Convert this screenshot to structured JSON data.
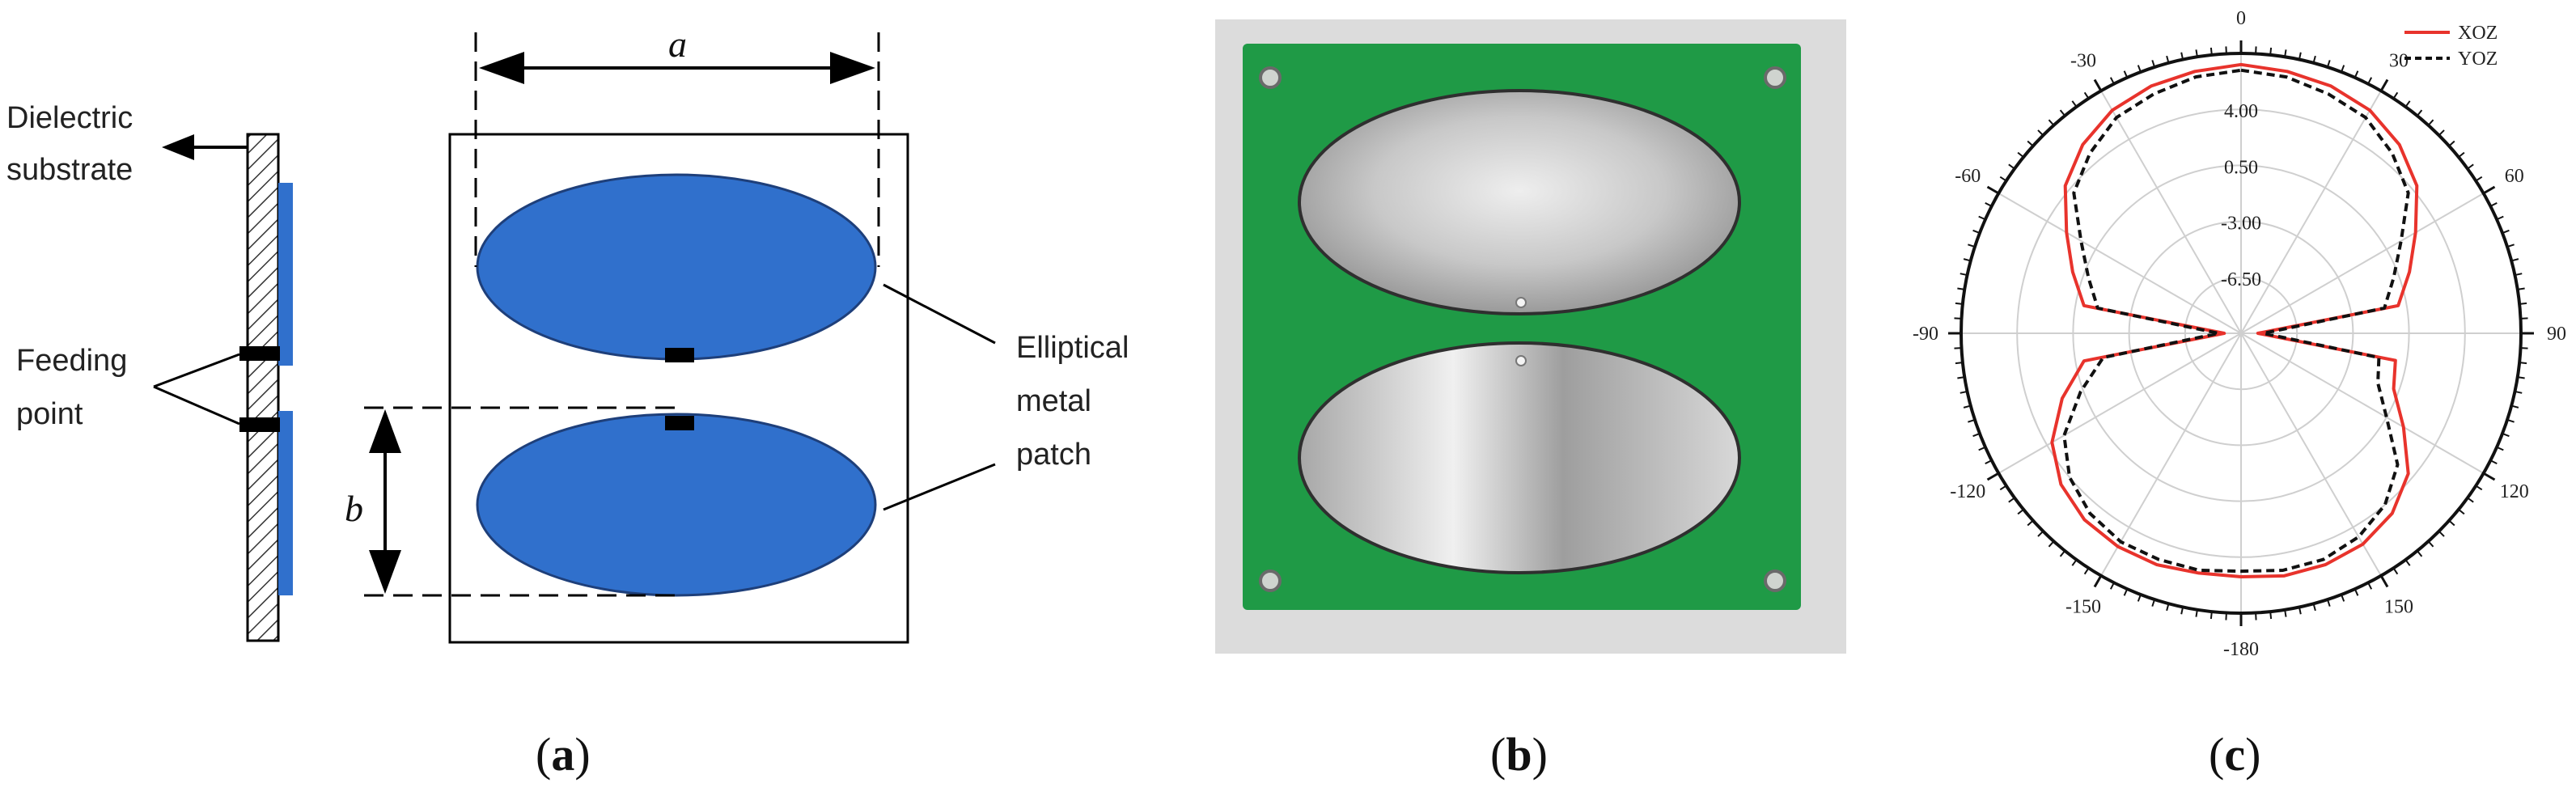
{
  "panel_a": {
    "dim_a": "a",
    "dim_b": "b",
    "label_substrate_1": "Dielectric",
    "label_substrate_2": "substrate",
    "label_feed_1": "Feeding",
    "label_feed_2": "point",
    "label_patch_1": "Elliptical",
    "label_patch_2": "metal",
    "label_patch_3": "patch",
    "patch_color": "#3070cc"
  },
  "panel_b": {
    "board_color": "#1f9a46",
    "background_color": "#dcdcdc"
  },
  "captions": {
    "a_open": "(",
    "a_letter": "a",
    "a_close": ")",
    "b_open": "(",
    "b_letter": "b",
    "b_close": ")",
    "c_open": "(",
    "c_letter": "c",
    "c_close": ")"
  },
  "chart_data": {
    "type": "polar",
    "angle_ticks": [
      "0",
      "30",
      "60",
      "90",
      "120",
      "150",
      "-180",
      "-150",
      "-120",
      "-90",
      "-60",
      "-30"
    ],
    "radial_ticks": [
      "4.00",
      "0.50",
      "-3.00",
      "-6.50"
    ],
    "series": [
      {
        "name": "XOZ",
        "color": "#e8332c",
        "dash": "solid",
        "theta": [
          0,
          10,
          20,
          30,
          40,
          50,
          60,
          70,
          80,
          90,
          100,
          110,
          120,
          130,
          140,
          150,
          160,
          170,
          180,
          190,
          200,
          210,
          220,
          230,
          240,
          250,
          260,
          270,
          280,
          290,
          300,
          310,
          320,
          330,
          340,
          350,
          360
        ],
        "r_fraction": [
          0.96,
          0.95,
          0.94,
          0.92,
          0.88,
          0.82,
          0.72,
          0.64,
          0.57,
          0.06,
          0.56,
          0.58,
          0.67,
          0.78,
          0.84,
          0.87,
          0.88,
          0.88,
          0.87,
          0.87,
          0.88,
          0.88,
          0.87,
          0.84,
          0.78,
          0.68,
          0.57,
          0.06,
          0.57,
          0.64,
          0.72,
          0.82,
          0.88,
          0.92,
          0.94,
          0.95,
          0.96
        ]
      },
      {
        "name": "YOZ",
        "color": "#111111",
        "dash": "dashed",
        "theta": [
          0,
          10,
          20,
          30,
          40,
          50,
          60,
          70,
          80,
          90,
          100,
          110,
          120,
          130,
          140,
          150,
          160,
          170,
          180,
          190,
          200,
          210,
          220,
          230,
          240,
          250,
          260,
          270,
          280,
          290,
          300,
          310,
          320,
          330,
          340,
          350,
          360
        ],
        "r_fraction": [
          0.94,
          0.93,
          0.91,
          0.89,
          0.84,
          0.78,
          0.66,
          0.58,
          0.52,
          0.08,
          0.5,
          0.52,
          0.6,
          0.73,
          0.8,
          0.84,
          0.86,
          0.86,
          0.85,
          0.86,
          0.86,
          0.86,
          0.84,
          0.8,
          0.73,
          0.61,
          0.5,
          0.08,
          0.52,
          0.58,
          0.66,
          0.78,
          0.84,
          0.89,
          0.91,
          0.93,
          0.94
        ]
      }
    ]
  }
}
